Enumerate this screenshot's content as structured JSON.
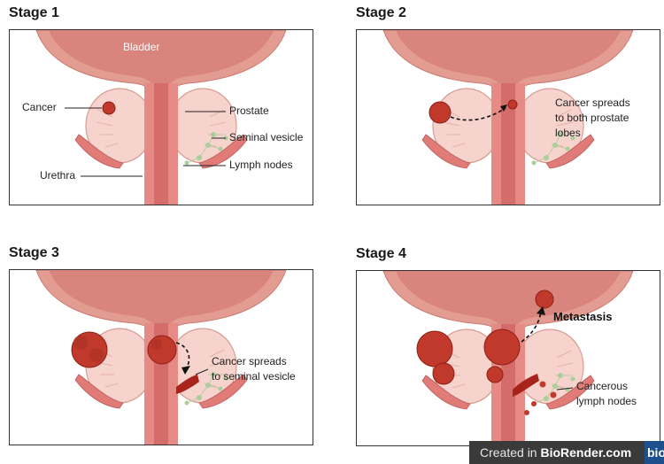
{
  "stages": [
    {
      "title": "Stage 1",
      "labels": {
        "bladder": "Bladder",
        "cancer": "Cancer",
        "prostate": "Prostate",
        "seminal_vesicle": "Seminal vesicle",
        "lymph_nodes": "Lymph nodes",
        "urethra": "Urethra"
      }
    },
    {
      "title": "Stage 2",
      "labels": {
        "line1": "Cancer spreads",
        "line2": "to both prostate",
        "line3": "lobes"
      }
    },
    {
      "title": "Stage 3",
      "labels": {
        "line1": "Cancer spreads",
        "line2": "to seminal vesicle"
      }
    },
    {
      "title": "Stage 4",
      "labels": {
        "metastasis": "Metastasis",
        "line1": "Cancerous",
        "line2": "lymph nodes"
      }
    }
  ],
  "footer": {
    "created_in": "Created in",
    "brand": "BioRender.com",
    "logo": "bio"
  },
  "colors": {
    "tissue": "#e8a39a",
    "tissue_dark": "#c86a63",
    "urethra": "#e0807a",
    "prostate": "#f6d3cc",
    "tumor": "#c0392b",
    "lymph": "#a9cf9a"
  }
}
